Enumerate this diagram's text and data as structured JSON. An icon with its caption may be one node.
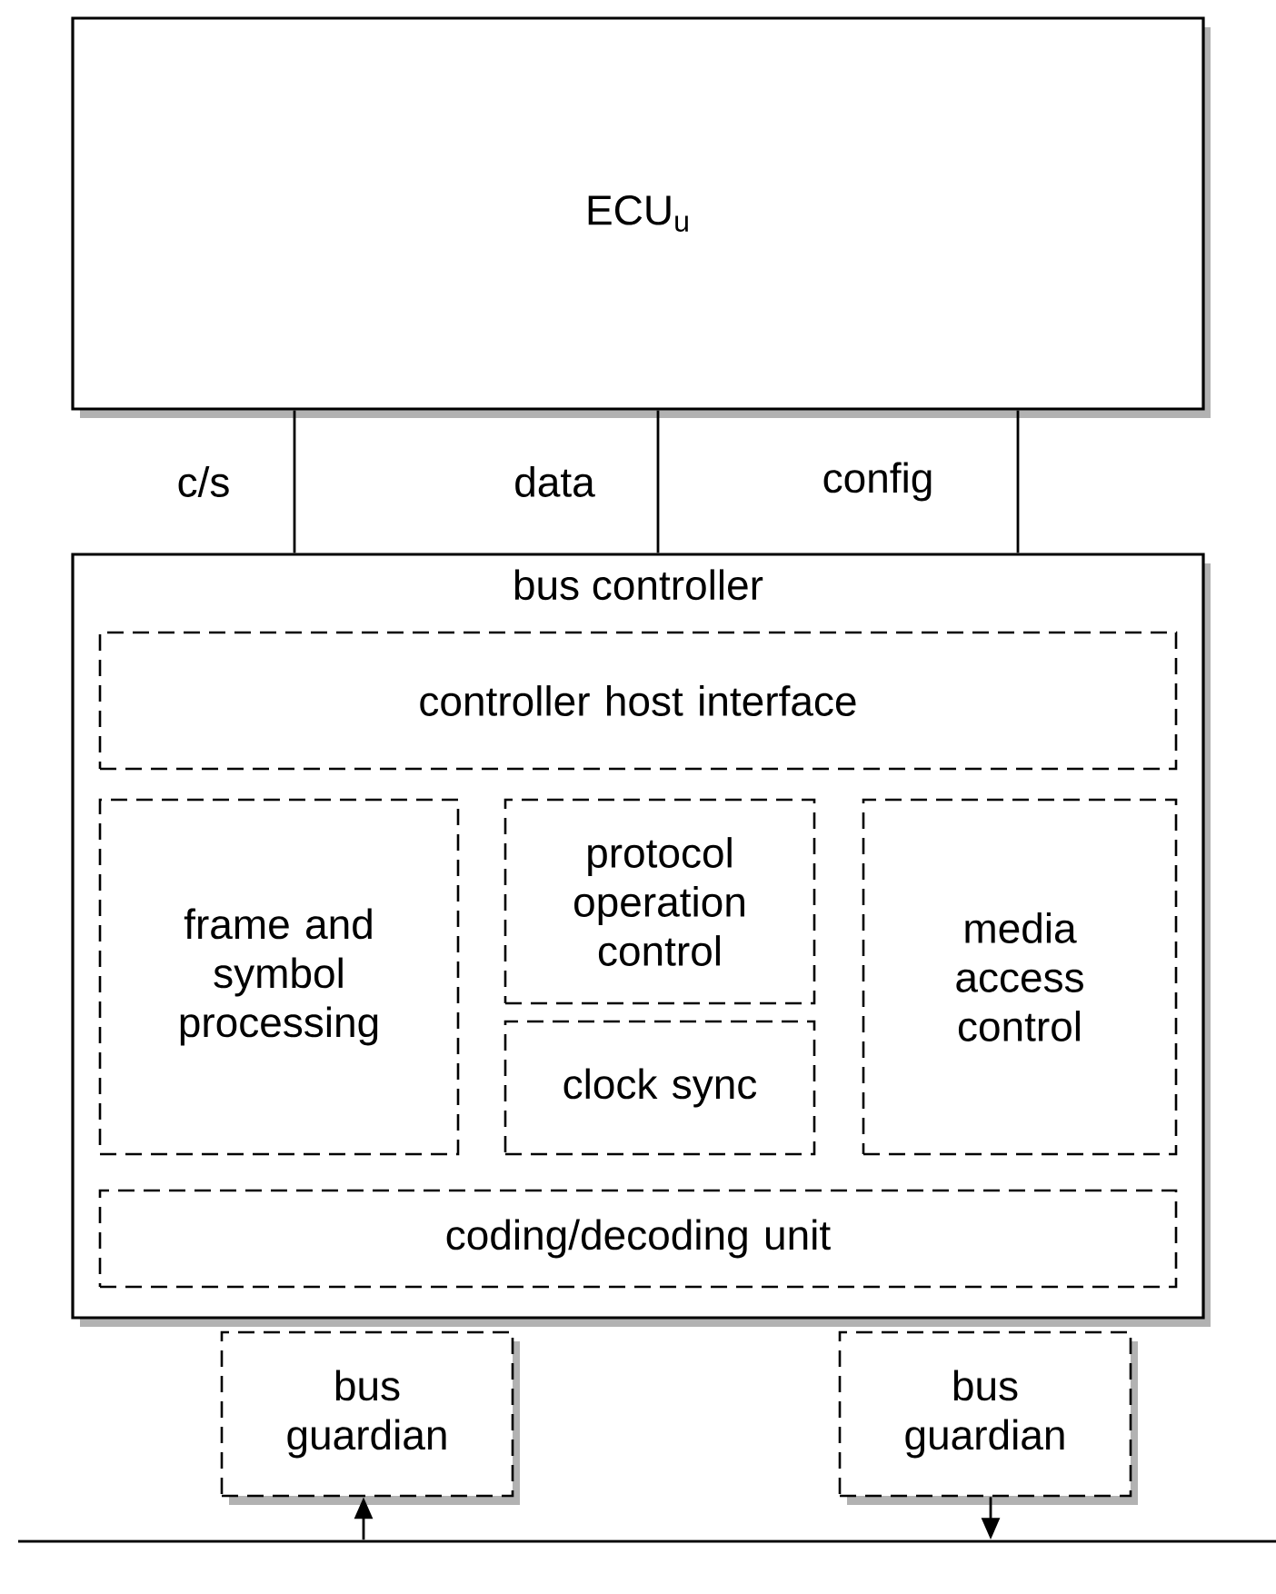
{
  "diagram": {
    "nodes": [
      {
        "text": [
          "ECU$_{u}$"
        ]
      },
      {
        "text": [
          "bus controller"
        ]
      },
      {
        "text": [
          "controller host interface"
        ],
        "in": 1
      },
      {
        "text": [
          "frame and symbol processing"
        ],
        "in": 1
      },
      {
        "text": [
          "protocol operation control"
        ],
        "in": 1
      },
      {
        "text": [
          "clock sync"
        ],
        "in": 1
      },
      {
        "text": [
          "media access control"
        ],
        "in": 1
      },
      {
        "text": [
          "coding/decoding unit"
        ],
        "in": 1
      },
      {
        "text": [
          "bus guardian"
        ]
      },
      {
        "text": [
          "bus guardian"
        ]
      },
      {
        "text": [],
        "shape": "bar"
      }
    ],
    "edges": [
      {
        "from": 0,
        "to": 1,
        "arrow": "none",
        "label": "c/s"
      },
      {
        "from": 0,
        "to": 1,
        "arrow": "none",
        "label": "data"
      },
      {
        "from": 0,
        "to": 1,
        "arrow": "none",
        "label": "config"
      },
      {
        "from": 10,
        "to": 8,
        "arrow": "to"
      },
      {
        "from": 9,
        "to": 10,
        "arrow": "to"
      }
    ]
  }
}
